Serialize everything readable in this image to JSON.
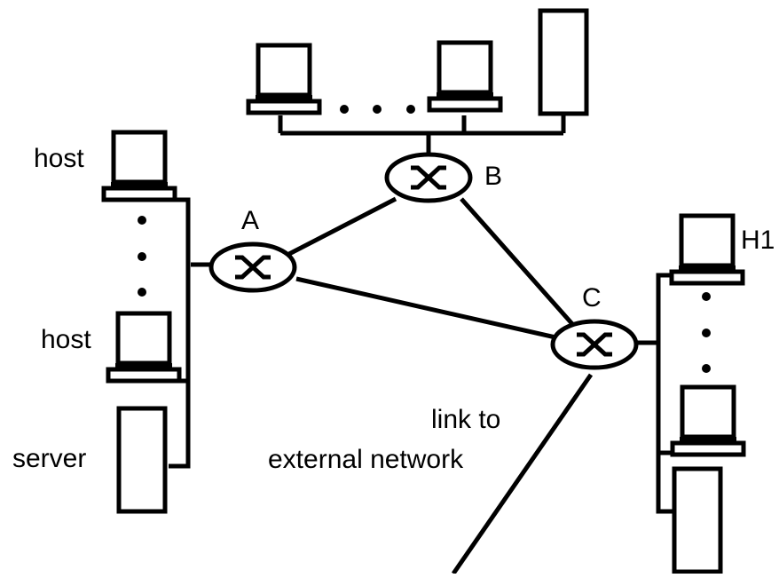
{
  "labels": {
    "host_top": "host",
    "host_bottom": "host",
    "server": "server",
    "router_a": "A",
    "router_b": "B",
    "router_c": "C",
    "host_h1": "H1",
    "link_line1": "link to",
    "link_line2": "external network"
  },
  "colors": {
    "ink": "#000000",
    "paper": "#ffffff"
  },
  "icons": [
    "computer-icon",
    "server-icon",
    "router-icon",
    "ellipsis-dots"
  ]
}
